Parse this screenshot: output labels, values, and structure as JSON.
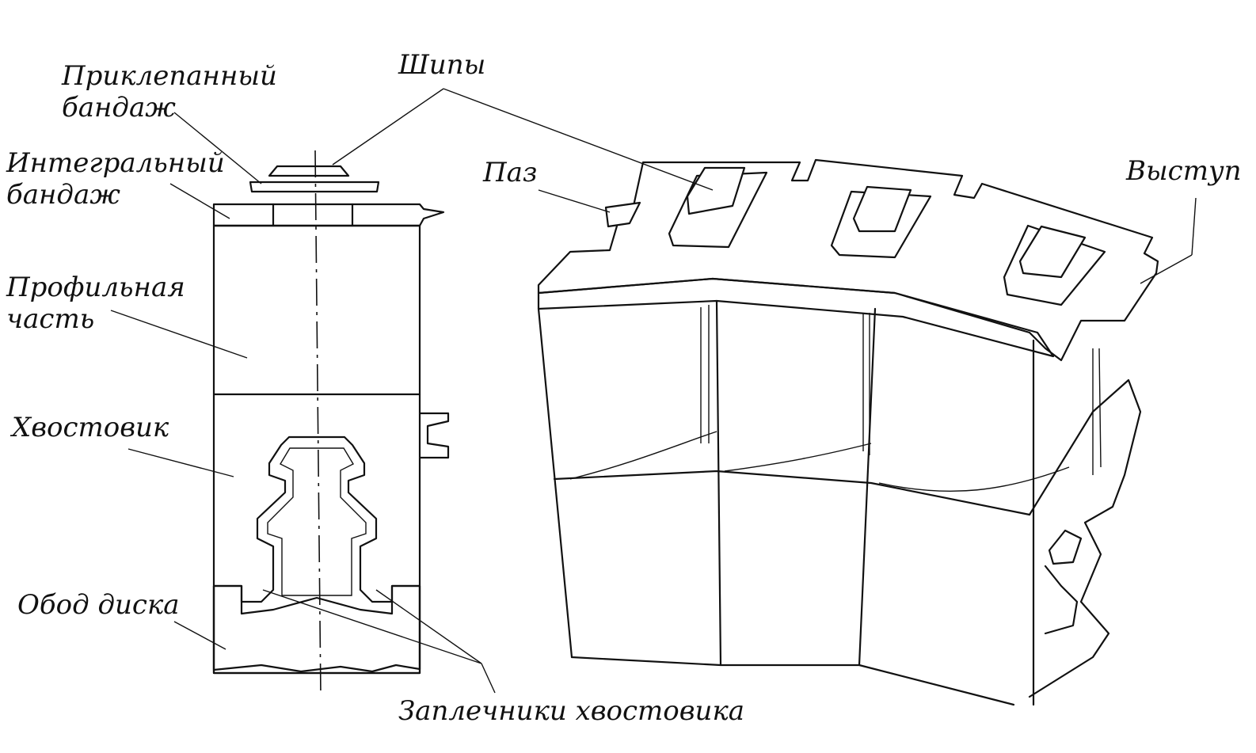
{
  "labels": {
    "riveted_shroud": [
      "Приклепанный",
      "бандаж"
    ],
    "tenons": "Шипы",
    "integral_shroud": [
      "Интегральный",
      "бандаж"
    ],
    "slot": "Паз",
    "projection": "Выступ",
    "airfoil": [
      "Профильная",
      "часть"
    ],
    "root": "Хвостовик",
    "disk_rim": "Обод диска",
    "root_shoulders": "Заплечники хвостовика"
  }
}
